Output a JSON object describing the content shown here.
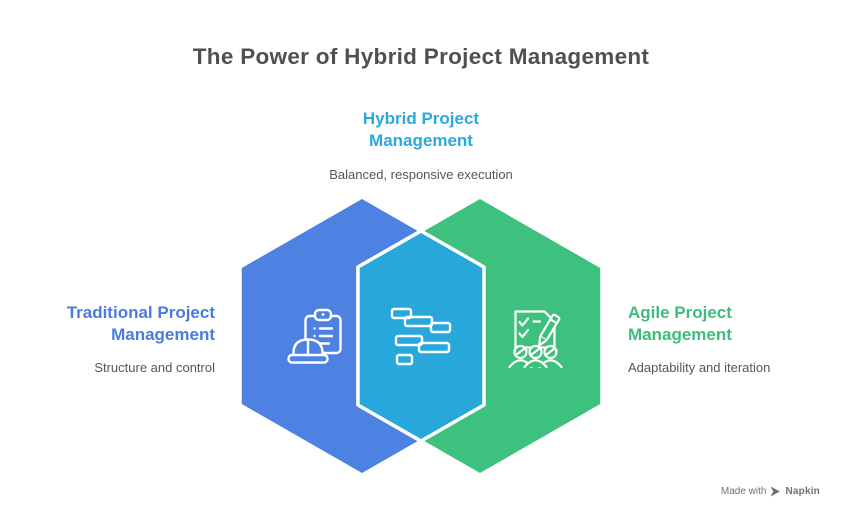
{
  "title": "The Power of Hybrid Project Management",
  "colors": {
    "traditional_fill": "#4E82E2",
    "agile_fill": "#3EC07E",
    "hybrid_fill": "#27A7DA",
    "traditional_text": "#4A7BE0",
    "agile_text": "#3CBD7C",
    "hybrid_text": "#29A9DD",
    "title_text": "#4E5052",
    "subtitle_text": "#54575A",
    "icon_stroke": "#FFFFFF"
  },
  "sections": {
    "hybrid": {
      "heading": "Hybrid Project\nManagement",
      "subtitle": "Balanced, responsive execution",
      "icon": "gantt-chart-icon"
    },
    "traditional": {
      "heading": "Traditional Project\nManagement",
      "subtitle": "Structure and control",
      "icon": "hardhat-clipboard-icon"
    },
    "agile": {
      "heading": "Agile Project\nManagement",
      "subtitle": "Adaptability and iteration",
      "icon": "team-checklist-icon"
    }
  },
  "footer": {
    "made_with": "Made with",
    "brand": "Napkin",
    "icon": "napkin-logo-icon"
  }
}
